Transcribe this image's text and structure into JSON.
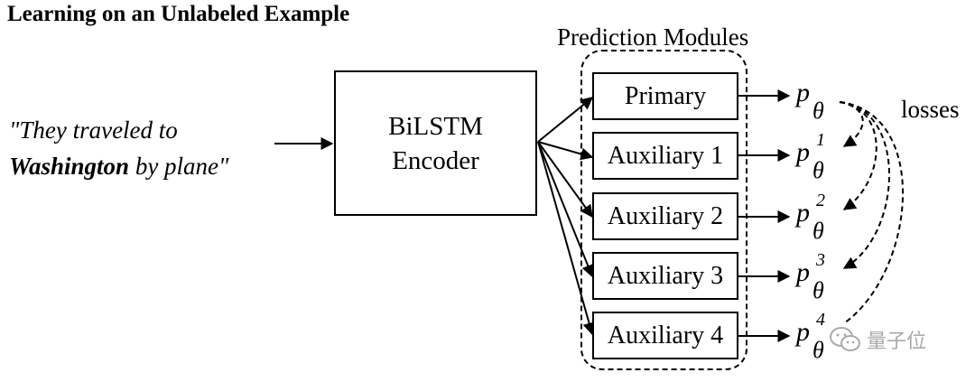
{
  "title": "Learning on an Unlabeled Example",
  "input": {
    "line1": "\"They traveled to",
    "highlight": "Washington",
    "line2_rest": " by plane\""
  },
  "encoder": {
    "line1": "BiLSTM",
    "line2": "Encoder"
  },
  "modules_title": "Prediction Modules",
  "modules": [
    {
      "label": "Primary",
      "output_base": "p",
      "output_sub": "θ",
      "output_sup": ""
    },
    {
      "label": "Auxiliary 1",
      "output_base": "p",
      "output_sub": "θ",
      "output_sup": "1"
    },
    {
      "label": "Auxiliary 2",
      "output_base": "p",
      "output_sub": "θ",
      "output_sup": "2"
    },
    {
      "label": "Auxiliary 3",
      "output_base": "p",
      "output_sub": "θ",
      "output_sup": "3"
    },
    {
      "label": "Auxiliary 4",
      "output_base": "p",
      "output_sub": "θ",
      "output_sup": "4"
    }
  ],
  "losses_label": "losses",
  "watermark": {
    "text": "量子位",
    "icon": "wechat-icon"
  }
}
